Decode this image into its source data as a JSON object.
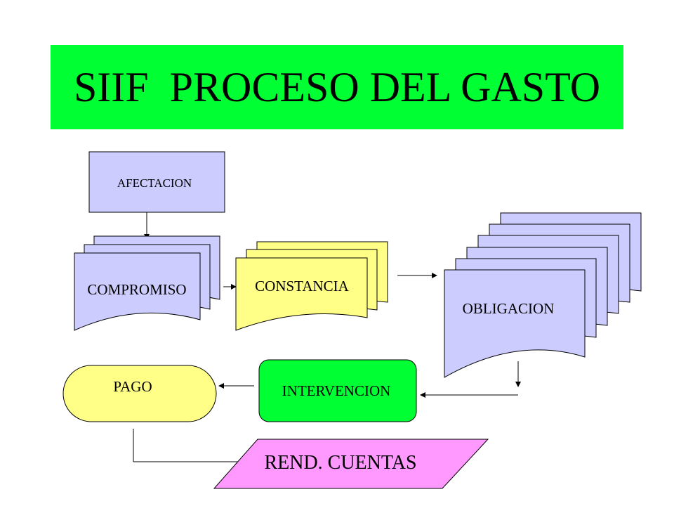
{
  "title": "SIIF  PROCESO DEL GASTO",
  "colors": {
    "title_bg": "#00ff33",
    "lavender": "#ccccff",
    "yellow": "#ffff88",
    "green": "#00ff33",
    "pink": "#ff99ff"
  },
  "nodes": {
    "afectacion": "AFECTACION",
    "compromiso": "COMPROMISO",
    "constancia": "CONSTANCIA",
    "obligacion": "OBLIGACION",
    "intervencion": "INTERVENCION",
    "pago": "PAGO",
    "rend_cuentas": "REND. CUENTAS"
  }
}
